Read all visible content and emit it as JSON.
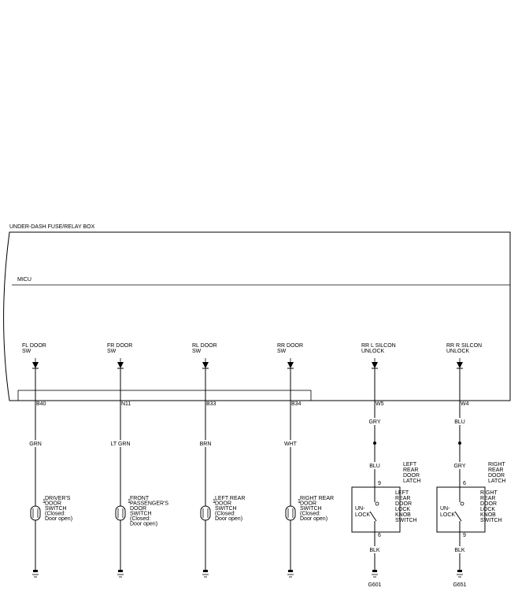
{
  "box": {
    "title": "UNDER-DASH FUSE/RELAY BOX",
    "unit": "MICU"
  },
  "inputs": [
    {
      "name": [
        "FL DOOR",
        "SW"
      ],
      "terminal": "B40"
    },
    {
      "name": [
        "FR DOOR",
        "SW"
      ],
      "terminal": "N11"
    },
    {
      "name": [
        "RL DOOR",
        "SW"
      ],
      "terminal": "B33"
    },
    {
      "name": [
        "RR DOOR",
        "SW"
      ],
      "terminal": "B34"
    },
    {
      "name": [
        "RR L SILCON",
        "UNLOCK"
      ],
      "terminal": "W5"
    },
    {
      "name": [
        "RR R SILCON",
        "UNLOCK"
      ],
      "terminal": "W4"
    }
  ],
  "door_switches": [
    {
      "wire": "GRN",
      "pin": "1",
      "label": [
        "DRIVER'S",
        "DOOR",
        "SWITCH",
        "(Closed:",
        "Door open)"
      ]
    },
    {
      "wire": "LT GRN",
      "pin": "1",
      "label": [
        "FRONT",
        "PASSENGER'S",
        "DOOR",
        "SWITCH",
        "(Closed:",
        "Door open)"
      ]
    },
    {
      "wire": "BRN",
      "pin": "1",
      "label": [
        "LEFT REAR",
        "DOOR",
        "SWITCH",
        "(Closed:",
        "Door open)"
      ]
    },
    {
      "wire": "WHT",
      "pin": "1",
      "label": [
        "RIGHT REAR",
        "DOOR",
        "SWITCH",
        "(Closed:",
        "Door open)"
      ]
    }
  ],
  "latches": [
    {
      "wire_top": "GRY",
      "wire_mid": "BLU",
      "wire_ground": "BLK",
      "pin_in": "9",
      "pin_out": "6",
      "component": [
        "LEFT",
        "REAR",
        "DOOR",
        "LATCH"
      ],
      "switch": [
        "LEFT",
        "REAR",
        "DOOR",
        "LOCK",
        "KNOB",
        "SWITCH"
      ],
      "state": [
        "UN-",
        "LOCK"
      ],
      "ground": "G601"
    },
    {
      "wire_top": "BLU",
      "wire_mid": "GRY",
      "wire_ground": "BLK",
      "pin_in": "6",
      "pin_out": "9",
      "component": [
        "RIGHT",
        "REAR",
        "DOOR",
        "LATCH"
      ],
      "switch": [
        "RIGHT",
        "REAR",
        "DOOR",
        "LOCK",
        "KNOB",
        "SWITCH"
      ],
      "state": [
        "UN-",
        "LOCK"
      ],
      "ground": "G651"
    }
  ]
}
